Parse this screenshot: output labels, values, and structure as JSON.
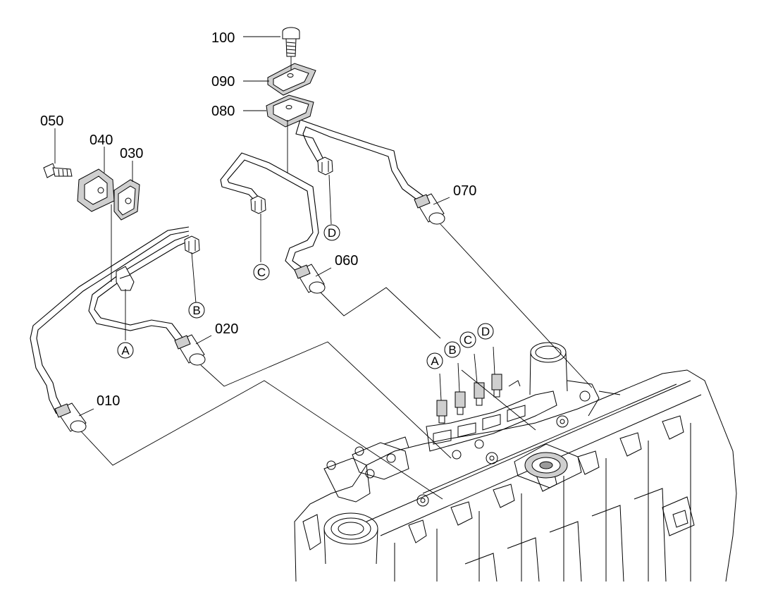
{
  "parts": {
    "p010": "010",
    "p020": "020",
    "p030": "030",
    "p040": "040",
    "p050": "050",
    "p060": "060",
    "p070": "070",
    "p080": "080",
    "p090": "090",
    "p100": "100"
  },
  "markers": {
    "A": "A",
    "B": "B",
    "C": "C",
    "D": "D"
  }
}
